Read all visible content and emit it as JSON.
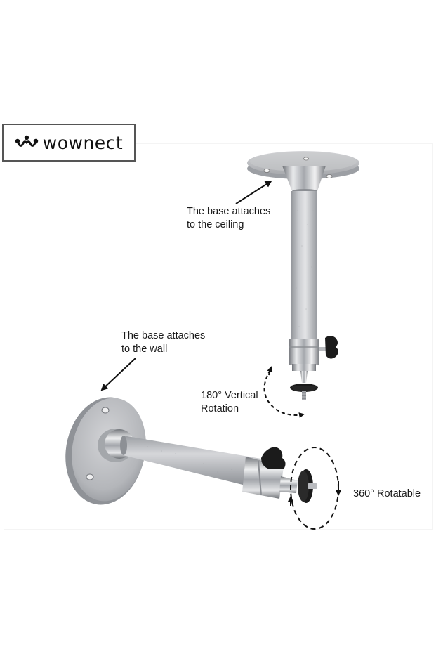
{
  "brand": {
    "name": "wownect",
    "logo_icon": "wownect-dots-icon"
  },
  "annotations": {
    "ceiling": {
      "line1": "The base attaches",
      "line2": "to the ceiling"
    },
    "wall": {
      "line1": "The base attaches",
      "line2": "to the wall"
    },
    "vertical_rotation": {
      "line1": "180° Vertical",
      "line2": "Rotation"
    },
    "rotatable": {
      "line1": "360° Rotatable"
    }
  },
  "colors": {
    "background": "#ffffff",
    "metal_light": "#d9dadc",
    "metal_mid": "#b2b4b8",
    "metal_dark": "#8d9095",
    "knob": "#1b1b1b",
    "text": "#1a1a1a"
  }
}
